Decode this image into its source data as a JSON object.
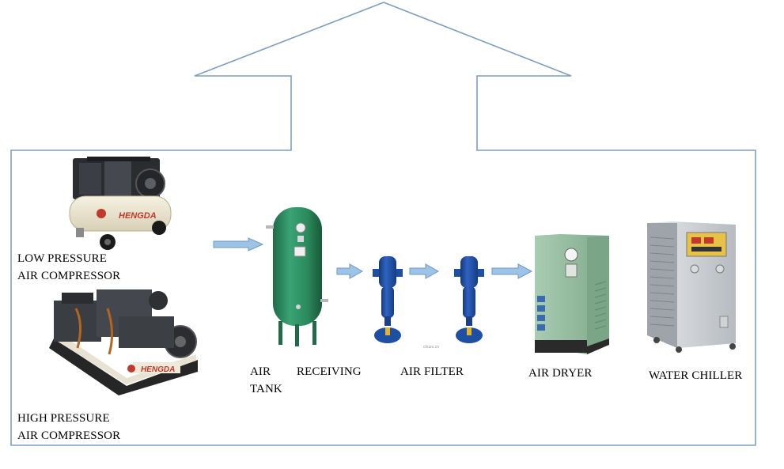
{
  "labels": {
    "low_pressure_line1": "LOW PRESSURE",
    "low_pressure_line2": "AIR COMPRESSOR",
    "high_pressure_line1": "HIGH PRESSURE",
    "high_pressure_line2": "AIR COMPRESSOR",
    "air_tank_word1": "AIR",
    "air_tank_word2": "TANK",
    "air_tank_word3": "RECEIVING",
    "air_filter": "AIR FILTER",
    "air_dryer": "AIR DRYER",
    "water_chiller": "WATER CHILLER"
  },
  "equipment": {
    "low_pressure_compressor_brand": "HENGDA",
    "high_pressure_compressor_brand": "HENGDA",
    "filter_watermark": "chuzu.cn"
  },
  "colors": {
    "outline": "#7f9fbf",
    "arrow_fill": "#9dc3e6",
    "arrow_stroke": "#6d9ac4",
    "tank_green": "#2e8b5f",
    "filter_blue": "#1f4fa3",
    "dryer_green": "#8fb89a",
    "chiller_silver": "#c9ccd0"
  }
}
